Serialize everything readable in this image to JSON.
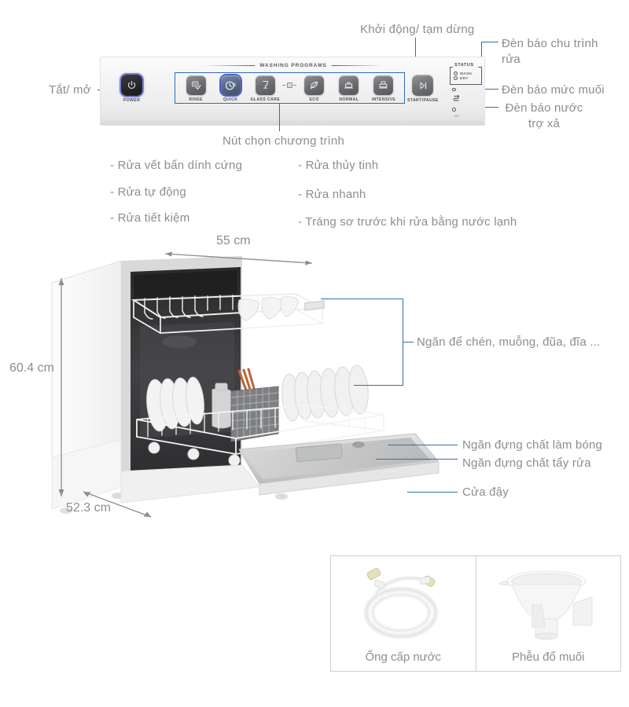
{
  "control_panel": {
    "section_title": "WASHING PROGRAMS",
    "power": {
      "label": "POWER",
      "icon": "power-icon"
    },
    "start_pause": {
      "label": "START/PAUSE",
      "icon": "play-pause-icon"
    },
    "programs": [
      {
        "label": "RINSE",
        "icon": "rinse-icon",
        "selected": false
      },
      {
        "label": "QUICK",
        "icon": "quick-clock-icon",
        "selected": true
      },
      {
        "label": "GLASS CARE",
        "icon": "glass-icon",
        "selected": false
      },
      {
        "label": "ECO",
        "icon": "eco-leaf-icon",
        "selected": false
      },
      {
        "label": "NORMAL",
        "icon": "normal-pot-icon",
        "selected": false
      },
      {
        "label": "INTENSIVE",
        "icon": "intensive-icon",
        "selected": false
      }
    ],
    "status": {
      "title": "STATUS",
      "leds": [
        "WASH",
        "DRY"
      ],
      "indicators": [
        "salt-indicator-icon",
        "rinse-aid-indicator-icon"
      ]
    }
  },
  "annotations": {
    "power_label": "Tắt/ mở",
    "start_pause_label": "Khởi động/ tạm dừng",
    "wash_cycle_light": "Đèn báo chu trình\nrửa",
    "salt_level_light": "Đèn báo mức muối",
    "rinse_aid_light": "Đèn báo nước\ntrợ xả",
    "program_select_label": "Nút chọn chương trình",
    "program_desc_left": [
      "- Rửa vết bẩn dính cứng",
      "- Rửa tự động",
      "- Rửa tiết kiệm"
    ],
    "program_desc_right": [
      "- Rửa thủy tinh",
      "- Rửa nhanh",
      "- Tráng sơ trước khi rửa bằng nước lạnh"
    ],
    "rack_label": "Ngăn để chén, muỗng, đũa, đĩa ...",
    "rinse_aid_compartment": "Ngăn đựng chất làm bóng",
    "detergent_compartment": "Ngăn đựng chất tẩy rửa",
    "door_label": "Cửa đậy"
  },
  "dimensions": {
    "width": "55 cm",
    "height": "60.4 cm",
    "depth": "52.3 cm"
  },
  "accessories": [
    {
      "label": "Ống cấp nước",
      "icon": "water-hose-icon"
    },
    {
      "label": "Phễu đổ muối",
      "icon": "salt-funnel-icon"
    }
  ],
  "colors": {
    "accent_blue": "#2f6db5",
    "text_gray": "#8d8d8d",
    "panel_gray": "#f1f1f1"
  }
}
